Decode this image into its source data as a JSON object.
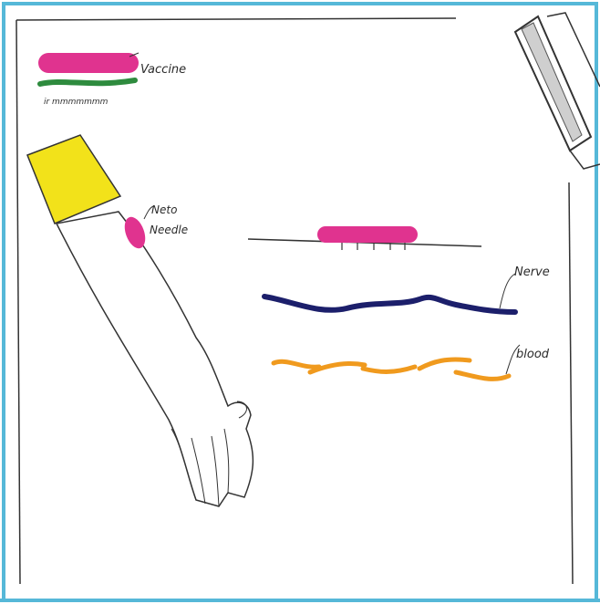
{
  "labels": {
    "vaccine": "Vaccine",
    "underline_text": "ir mmmmmmm",
    "arm_label_line1": "Neto",
    "arm_label_line2": "Needle",
    "nerve": "Nerve",
    "blood": "blood"
  },
  "colors": {
    "frame_border": "#56b8d8",
    "vaccine": "#e0338f",
    "green_strip": "#2e8b3e",
    "sleeve": "#f2e21a",
    "nerve": "#1c1f6b",
    "blood": "#f09a1e",
    "ink": "#2a2a2a"
  }
}
